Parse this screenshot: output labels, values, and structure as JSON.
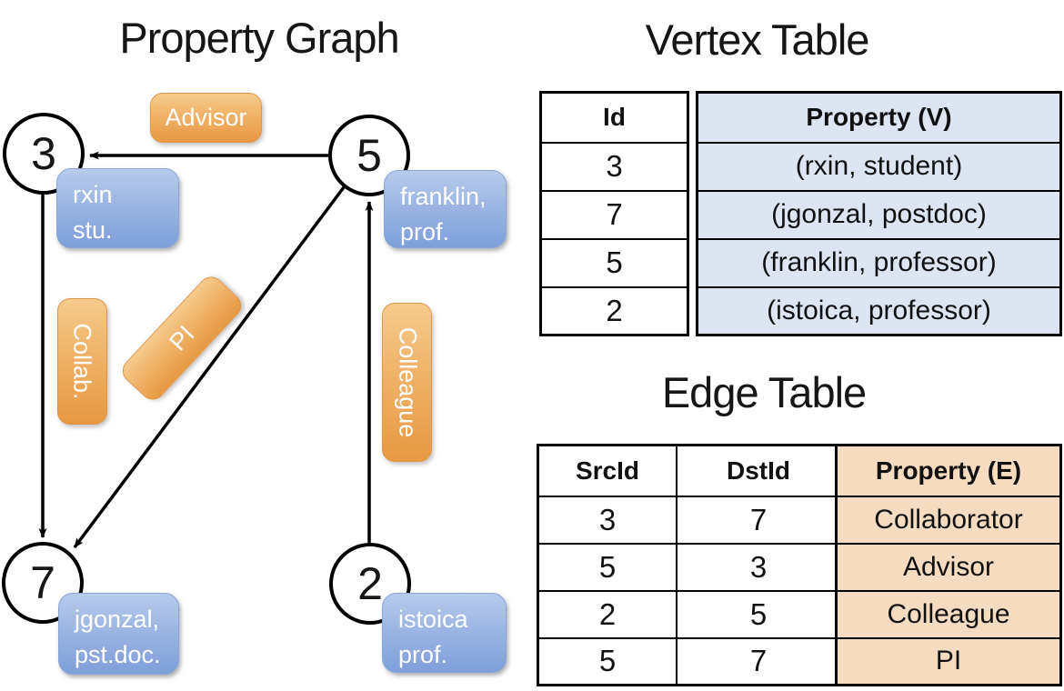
{
  "graph": {
    "title": "Property Graph",
    "nodes": {
      "n3": {
        "id": "3",
        "line1": "rxin",
        "line2": "stu."
      },
      "n5": {
        "id": "5",
        "line1": "franklin,",
        "line2": "prof."
      },
      "n7": {
        "id": "7",
        "line1": "jgonzal,",
        "line2": "pst.doc."
      },
      "n2": {
        "id": "2",
        "line1": "istoica",
        "line2": "prof."
      }
    },
    "edge_labels": {
      "advisor": "Advisor",
      "collab": "Collab.",
      "pi": "PI",
      "colleague": "Colleague"
    }
  },
  "vertex_table": {
    "title": "Vertex Table",
    "headers": {
      "id": "Id",
      "property": "Property (V)"
    },
    "rows": [
      {
        "id": "3",
        "property": "(rxin, student)"
      },
      {
        "id": "7",
        "property": "(jgonzal, postdoc)"
      },
      {
        "id": "5",
        "property": "(franklin, professor)"
      },
      {
        "id": "2",
        "property": "(istoica, professor)"
      }
    ]
  },
  "edge_table": {
    "title": "Edge Table",
    "headers": {
      "src": "SrcId",
      "dst": "DstId",
      "property": "Property (E)"
    },
    "rows": [
      {
        "src": "3",
        "dst": "7",
        "property": "Collaborator"
      },
      {
        "src": "5",
        "dst": "3",
        "property": "Advisor"
      },
      {
        "src": "2",
        "dst": "5",
        "property": "Colleague"
      },
      {
        "src": "5",
        "dst": "7",
        "property": "PI"
      }
    ]
  },
  "colors": {
    "vertex_property_fill": "#dde5f2",
    "edge_property_fill": "#f5dcc0",
    "blue_box_top": "#b9cbec",
    "blue_box_bottom": "#7e9fda",
    "orange_box_top": "#f6cb8e",
    "orange_box_bottom": "#e69941",
    "line_color": "#000000"
  }
}
